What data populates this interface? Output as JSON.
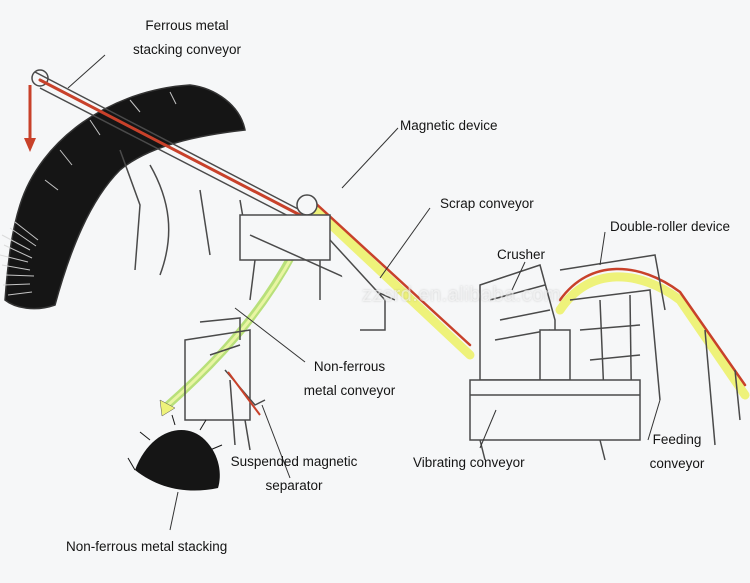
{
  "labels": {
    "ferrous_stacking_conveyor": [
      "Ferrous metal",
      "stacking conveyor"
    ],
    "magnetic_device": "Magnetic device",
    "scrap_conveyor": "Scrap conveyor",
    "crusher": "Crusher",
    "double_roller_device": "Double-roller device",
    "non_ferrous_conveyor": [
      "Non-ferrous",
      "metal conveyor"
    ],
    "suspended_magnetic_separator": [
      "Suspended magnetic",
      "separator"
    ],
    "vibrating_conveyor": "Vibrating conveyor",
    "feeding_conveyor": [
      "Feeding",
      "conveyor"
    ],
    "non_ferrous_stacking": "Non-ferrous metal stacking"
  },
  "watermark": "zzsrd.en.alibaba.com",
  "colors": {
    "belt_red": "#c8412a",
    "belt_yellow": "#eef27a",
    "belt_green": "#b8e07a",
    "outline": "#4a4a4a",
    "pile": "#151515"
  }
}
